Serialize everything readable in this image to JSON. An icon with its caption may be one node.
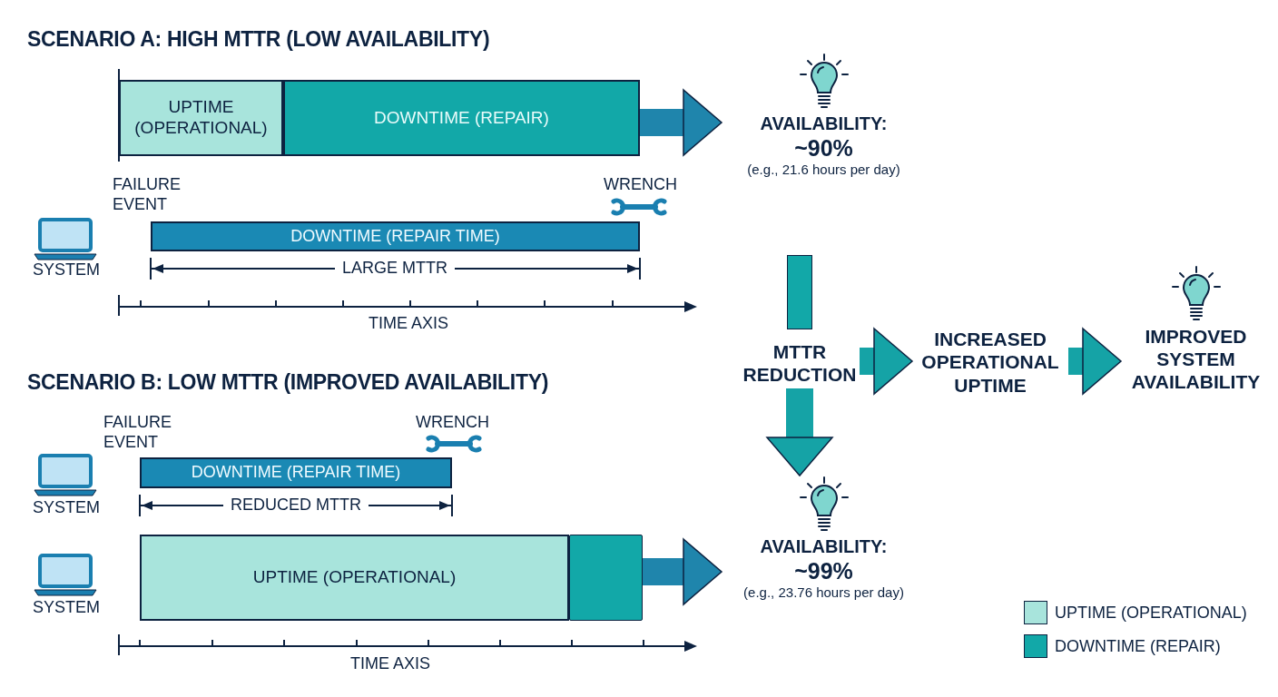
{
  "diagram": {
    "nodes": [
      {
        "text": [
          "UPTIME (OPERATIONAL)"
        ]
      },
      {
        "text": [
          "DOWNTIME (REPAIR)"
        ]
      },
      {
        "text": [
          "AVAILABILITY:",
          "~90%",
          "(e.g., 21.6 hours per day)"
        ]
      },
      {
        "text": [
          "DOWNTIME (REPAIR TIME)"
        ]
      },
      {
        "text": [],
        "shape": "bar"
      },
      {
        "text": [
          "MTTR REDUCTION"
        ]
      },
      {
        "text": [
          "INCREASED OPERATIONAL UPTIME"
        ]
      },
      {
        "text": [
          "IMPROVED SYSTEM AVAILABILITY"
        ]
      },
      {
        "text": [
          "DOWNTIME (REPAIR TIME)"
        ]
      },
      {
        "text": [
          "UPTIME (OPERATIONAL)"
        ]
      },
      {
        "text": [],
        "shape": "box"
      },
      {
        "text": [
          "AVAILABILITY:",
          "~99%",
          "(e.g., 23.76 hours per day)"
        ]
      }
    ],
    "edges": [
      {
        "from": 1,
        "to": 2,
        "arrow": "to",
        "color": "#1f85ac"
      },
      {
        "from": 5,
        "to": 6,
        "arrow": "to"
      },
      {
        "from": 6,
        "to": 7,
        "arrow": "to"
      },
      {
        "from": 5,
        "to": 11,
        "arrow": "to"
      },
      {
        "from": 10,
        "to": 11,
        "arrow": "to",
        "color": "#1f85ac"
      }
    ],
    "labels": [
      "SCENARIO A: HIGH MTTR (LOW AVAILABILITY)",
      "FAILURE EVENT",
      "WRENCH",
      "SYSTEM",
      "LARGE MTTR",
      "TIME AXIS",
      "SCENARIO B: LOW MTTR (IMPROVED AVAILABILITY)",
      "FAILURE EVENT",
      "WRENCH",
      "SYSTEM",
      "REDUCED MTTR",
      "SYSTEM",
      "TIME AXIS"
    ],
    "legend": [
      {
        "text": "UPTIME (OPERATIONAL)",
        "color": "#a8e4dc"
      },
      {
        "text": "DOWNTIME (REPAIR)",
        "color": "#12a8a8"
      }
    ]
  }
}
